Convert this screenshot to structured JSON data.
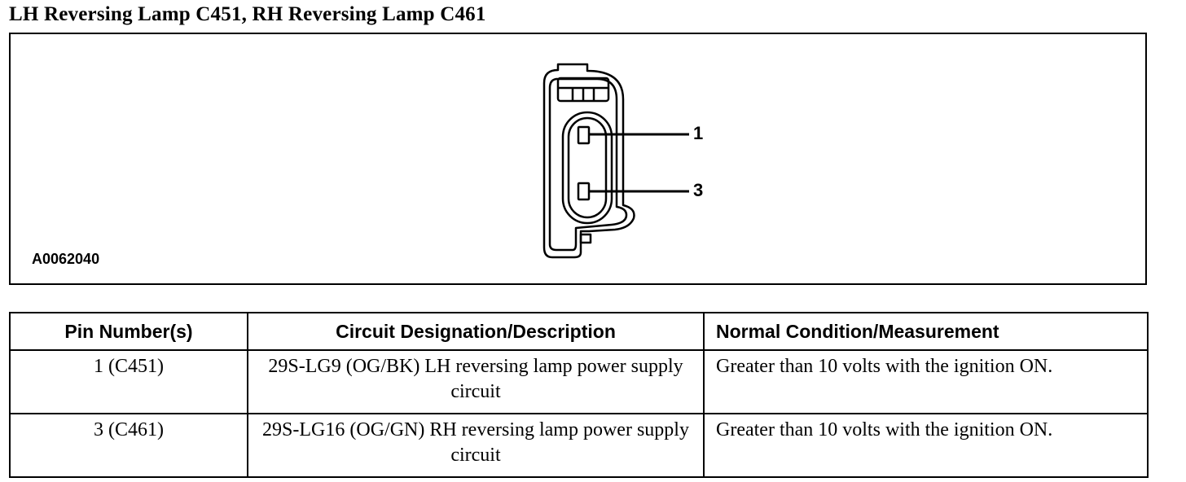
{
  "title": "LH Reversing Lamp C451, RH Reversing Lamp C461",
  "figure": {
    "id": "A0062040",
    "pins": [
      "1",
      "3"
    ]
  },
  "table": {
    "headers": [
      "Pin Number(s)",
      "Circuit Designation/Description",
      "Normal Condition/Measurement"
    ],
    "rows": [
      [
        "1 (C451)",
        "29S-LG9 (OG/BK) LH reversing lamp power supply circuit",
        "Greater than 10 volts with the ignition ON."
      ],
      [
        "3 (C461)",
        "29S-LG16 (OG/GN) RH reversing lamp power supply circuit",
        "Greater than 10 volts with the ignition ON."
      ]
    ]
  }
}
